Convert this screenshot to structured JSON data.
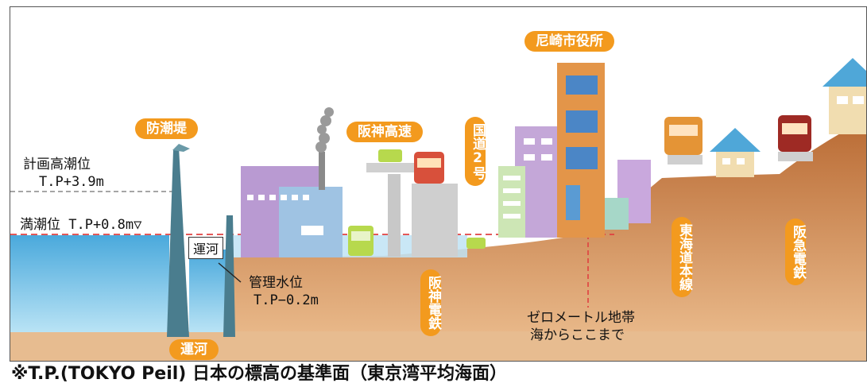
{
  "labels": {
    "planned_tide": "計画高潮位",
    "planned_tide_value": "T.P+3.9m",
    "high_tide": "満潮位 T.P+0.8m▽",
    "canal_box": "運河",
    "managed_level": "管理水位",
    "managed_level_value": "T.P−0.2m",
    "zero_meter_1": "ゼロメートル地帯",
    "zero_meter_2": "海からここまで"
  },
  "tags": {
    "seawall": "防潮堤",
    "hanshin_expressway": "阪神高速",
    "amagasaki_city_hall": "尼崎市役所",
    "route2": "国道2号",
    "hanshin_railway": "阪神電鉄",
    "tokaido_line": "東海道本線",
    "hankyu_railway": "阪急電鉄",
    "canal_bottom": "運河"
  },
  "footnote": "※T.P.(TOKYO Peil) 日本の標高の基準面（東京湾平均海面）",
  "colors": {
    "tag_orange": "#f39a1e",
    "ground": "#cf8a55",
    "water": "#6fc0e6",
    "seawall": "#4a7d8e",
    "dashed_red": "#e04040"
  }
}
